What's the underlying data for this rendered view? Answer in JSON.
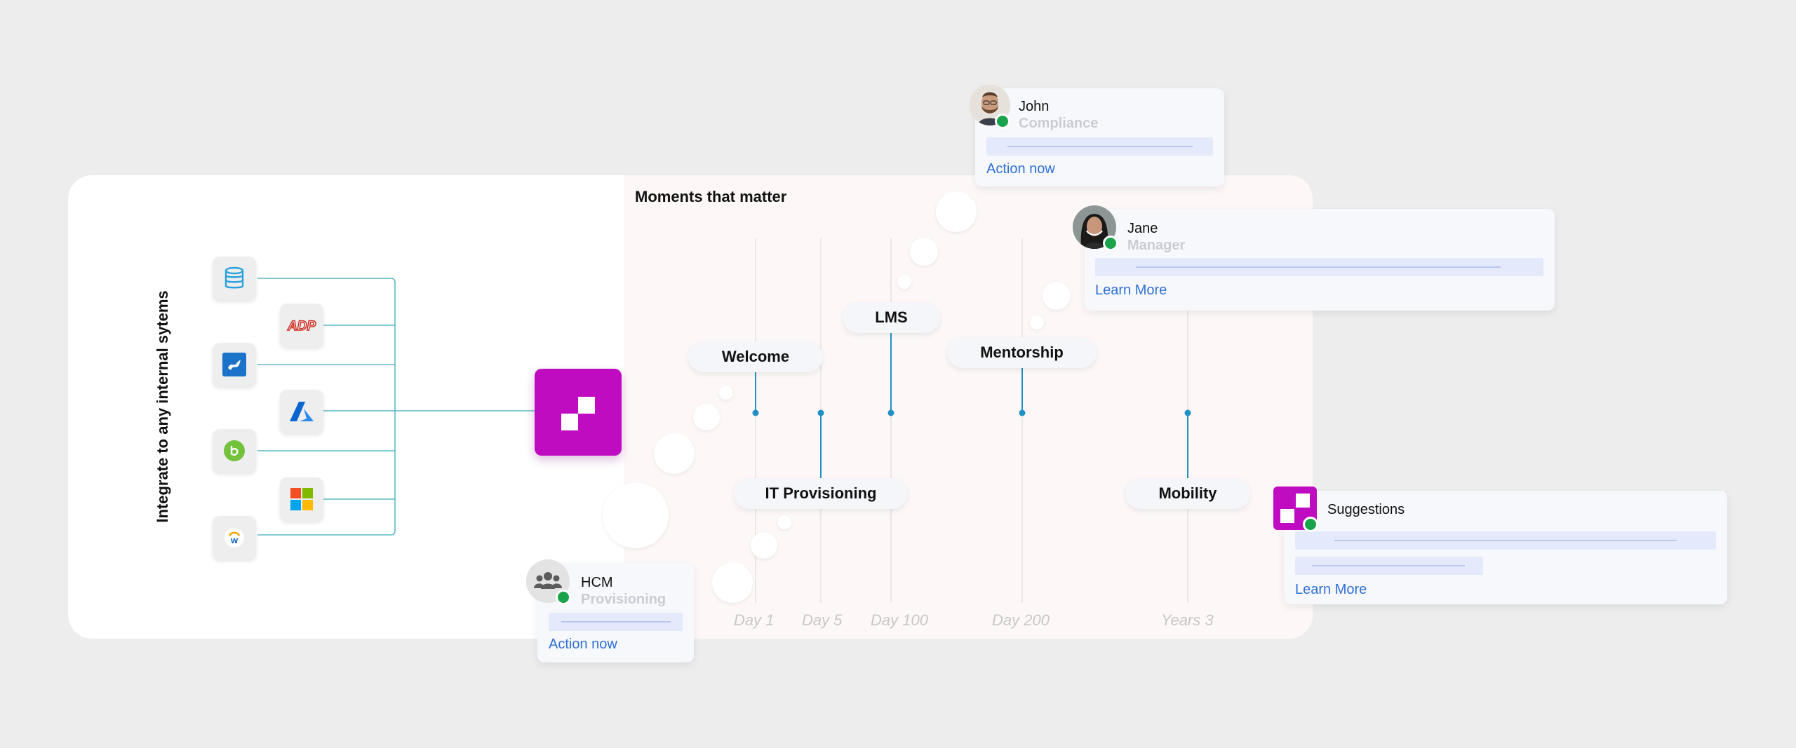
{
  "integrations": {
    "label": "Integrate to any internal sytems",
    "icons": [
      {
        "name": "database-icon",
        "color": "#2aa3dc"
      },
      {
        "name": "adp-logo",
        "text": "ADP",
        "color": "#d0271d"
      },
      {
        "name": "blue-square-logo-icon",
        "color": "#1a73c9"
      },
      {
        "name": "azure-logo",
        "color": "#0a64d1"
      },
      {
        "name": "bamboohr-logo",
        "color": "#74c13c"
      },
      {
        "name": "microsoft-logo"
      },
      {
        "name": "workday-logo",
        "text": "w",
        "color": "#f4a300"
      }
    ]
  },
  "hub": {
    "name": "app-logo",
    "color": "#c00cc0"
  },
  "timeline": {
    "title": "Moments that matter",
    "moments": [
      "Welcome",
      "LMS",
      "Mentorship",
      "IT Provisioning",
      "Mobility"
    ],
    "days": [
      "Day 1",
      "Day 5",
      "Day 100",
      "Day 200",
      "Years 3"
    ],
    "line_color": "#1f8fc4"
  },
  "cards": {
    "john": {
      "name": "John",
      "role": "Compliance",
      "action": "Action now"
    },
    "jane": {
      "name": "Jane",
      "role": "Manager",
      "action": "Learn More"
    },
    "hcm": {
      "name": "HCM",
      "role": "Provisioning",
      "action": "Action now"
    },
    "suggestions": {
      "name": "Suggestions",
      "action": "Learn More"
    }
  },
  "colors": {
    "brand": "#c00cc0",
    "link": "#2f6fd6",
    "online": "#19a34a",
    "connector": "#5bb9c9"
  }
}
